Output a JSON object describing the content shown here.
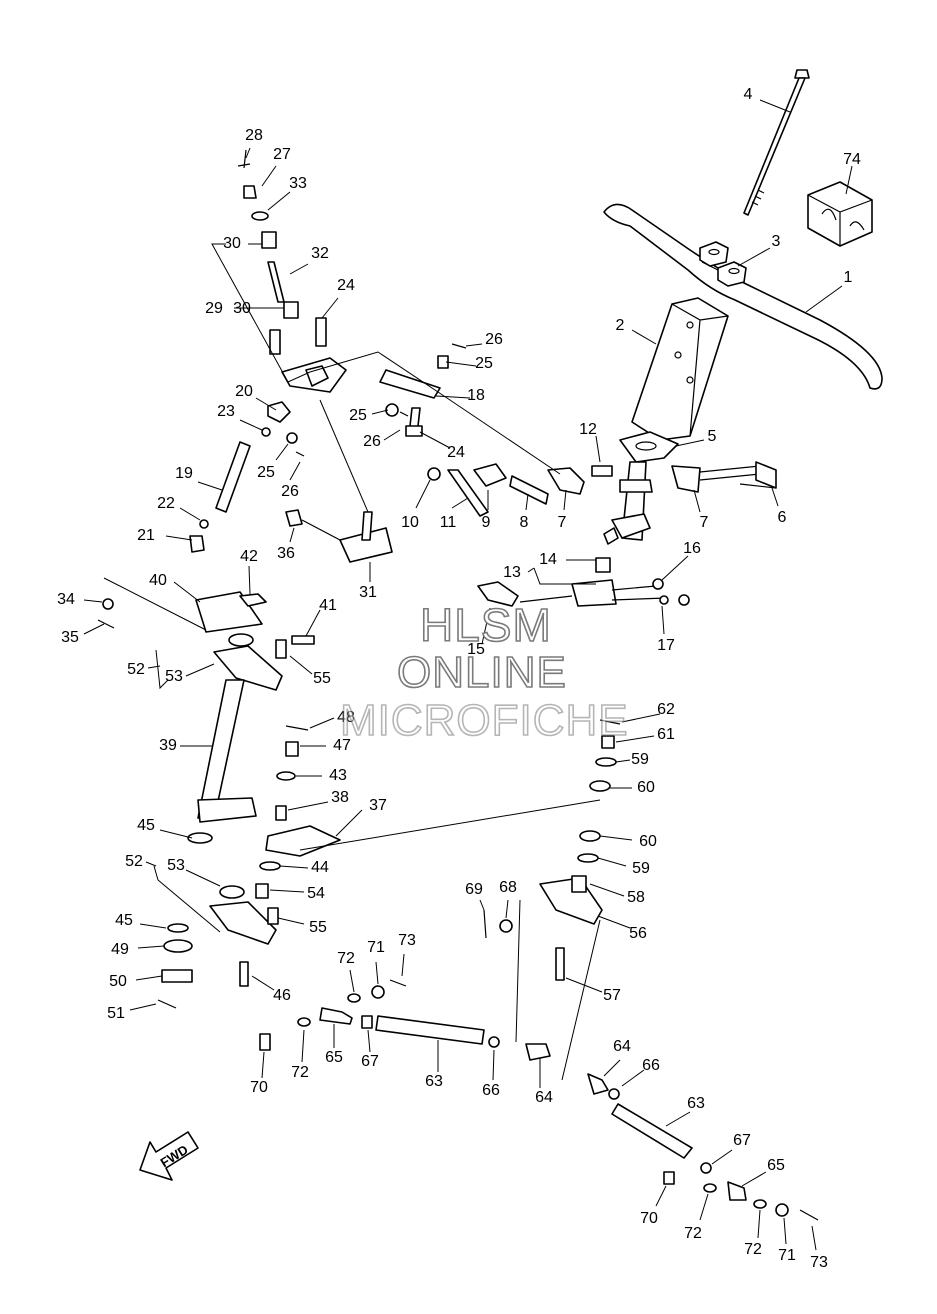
{
  "watermark": {
    "line1": "HLSM",
    "line2": "ONLINE",
    "line3": "MICROFICHE"
  },
  "direction_label": "FWD",
  "callouts": [
    {
      "n": "1"
    },
    {
      "n": "2"
    },
    {
      "n": "3"
    },
    {
      "n": "4"
    },
    {
      "n": "74"
    },
    {
      "n": "5"
    },
    {
      "n": "6"
    },
    {
      "n": "7"
    },
    {
      "n": "7"
    },
    {
      "n": "8"
    },
    {
      "n": "9"
    },
    {
      "n": "10"
    },
    {
      "n": "11"
    },
    {
      "n": "12"
    },
    {
      "n": "13"
    },
    {
      "n": "14"
    },
    {
      "n": "15"
    },
    {
      "n": "16"
    },
    {
      "n": "17"
    },
    {
      "n": "18"
    },
    {
      "n": "19"
    },
    {
      "n": "20"
    },
    {
      "n": "21"
    },
    {
      "n": "22"
    },
    {
      "n": "23"
    },
    {
      "n": "24"
    },
    {
      "n": "24"
    },
    {
      "n": "25"
    },
    {
      "n": "25"
    },
    {
      "n": "25"
    },
    {
      "n": "26"
    },
    {
      "n": "26"
    },
    {
      "n": "26"
    },
    {
      "n": "27"
    },
    {
      "n": "28"
    },
    {
      "n": "29"
    },
    {
      "n": "30"
    },
    {
      "n": "30"
    },
    {
      "n": "31"
    },
    {
      "n": "32"
    },
    {
      "n": "33"
    },
    {
      "n": "34"
    },
    {
      "n": "35"
    },
    {
      "n": "36"
    },
    {
      "n": "37"
    },
    {
      "n": "38"
    },
    {
      "n": "39"
    },
    {
      "n": "40"
    },
    {
      "n": "41"
    },
    {
      "n": "42"
    },
    {
      "n": "43"
    },
    {
      "n": "44"
    },
    {
      "n": "45"
    },
    {
      "n": "45"
    },
    {
      "n": "46"
    },
    {
      "n": "47"
    },
    {
      "n": "48"
    },
    {
      "n": "49"
    },
    {
      "n": "50"
    },
    {
      "n": "51"
    },
    {
      "n": "52"
    },
    {
      "n": "52"
    },
    {
      "n": "53"
    },
    {
      "n": "53"
    },
    {
      "n": "54"
    },
    {
      "n": "55"
    },
    {
      "n": "55"
    },
    {
      "n": "56"
    },
    {
      "n": "57"
    },
    {
      "n": "58"
    },
    {
      "n": "59"
    },
    {
      "n": "59"
    },
    {
      "n": "60"
    },
    {
      "n": "60"
    },
    {
      "n": "61"
    },
    {
      "n": "62"
    },
    {
      "n": "63"
    },
    {
      "n": "63"
    },
    {
      "n": "64"
    },
    {
      "n": "64"
    },
    {
      "n": "65"
    },
    {
      "n": "65"
    },
    {
      "n": "66"
    },
    {
      "n": "66"
    },
    {
      "n": "67"
    },
    {
      "n": "67"
    },
    {
      "n": "68"
    },
    {
      "n": "69"
    },
    {
      "n": "70"
    },
    {
      "n": "70"
    },
    {
      "n": "71"
    },
    {
      "n": "71"
    },
    {
      "n": "72"
    },
    {
      "n": "72"
    },
    {
      "n": "72"
    },
    {
      "n": "72"
    },
    {
      "n": "73"
    },
    {
      "n": "73"
    }
  ]
}
